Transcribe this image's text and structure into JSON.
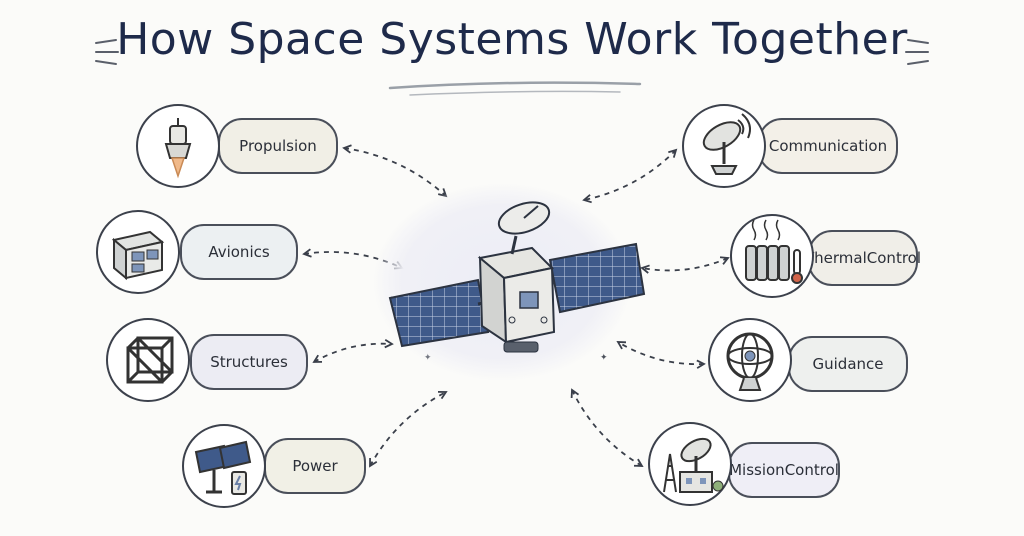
{
  "title": "How Space Systems Work Together",
  "subsystems": [
    {
      "id": "propulsion",
      "label": "Propulsion",
      "icon": "rocket-engine-icon",
      "tint": "#f1efe6"
    },
    {
      "id": "avionics",
      "label": "Avionics",
      "icon": "avionics-box-icon",
      "tint": "#ecf0f2"
    },
    {
      "id": "structures",
      "label": "Structures",
      "icon": "truss-frame-icon",
      "tint": "#ececf3"
    },
    {
      "id": "power",
      "label": "Power",
      "icon": "solar-panel-battery-icon",
      "tint": "#f1f0e6"
    },
    {
      "id": "communication",
      "label": "Communication",
      "icon": "dish-antenna-icon",
      "tint": "#f3f0e8"
    },
    {
      "id": "thermal",
      "label": "Thermal\nControl",
      "icon": "radiator-thermometer-icon",
      "tint": "#f0eee8"
    },
    {
      "id": "guidance",
      "label": "Guidance",
      "icon": "gyroscope-icon",
      "tint": "#eef0ee"
    },
    {
      "id": "mission",
      "label": "Mission\nControl",
      "icon": "ground-station-icon",
      "tint": "#efeef6"
    }
  ],
  "center_icon": "satellite-icon",
  "colors": {
    "ink": "#1e2a4a",
    "outline": "#3c414c",
    "panel": "#3f5a8a",
    "glow": "#ecedf6"
  }
}
